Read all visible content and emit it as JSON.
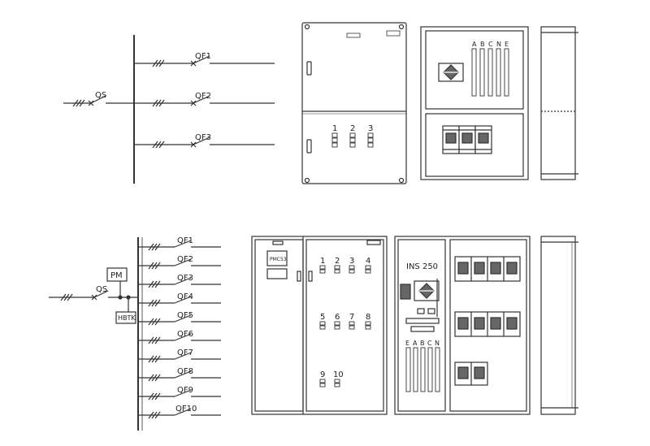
{
  "diagram1": {
    "incoming_label": "QS",
    "feeders": [
      "QF1",
      "QF2",
      "QF3"
    ],
    "panel_numbers": [
      "1",
      "2",
      "3"
    ],
    "phase_letters": [
      "A",
      "B",
      "C",
      "N",
      "E"
    ]
  },
  "diagram2": {
    "incoming_label": "QS",
    "pm_label": "PM",
    "hbtk_label": "HBTK",
    "feeders": [
      "QF1",
      "QF2",
      "QF3",
      "QF4",
      "QF5",
      "QF6",
      "QF7",
      "QF8",
      "QF9",
      "QF10"
    ],
    "panel_numbers": [
      "1",
      "2",
      "3",
      "4",
      "5",
      "6",
      "7",
      "8",
      "9",
      "10"
    ],
    "switch_label": "INS 250",
    "meter_label": "PMC53",
    "phase_letters": [
      "E",
      "A",
      "B",
      "C",
      "N"
    ]
  },
  "colors": {
    "line": "#333333",
    "panel_fill": "#ffffff",
    "device_fill": "#666666"
  }
}
